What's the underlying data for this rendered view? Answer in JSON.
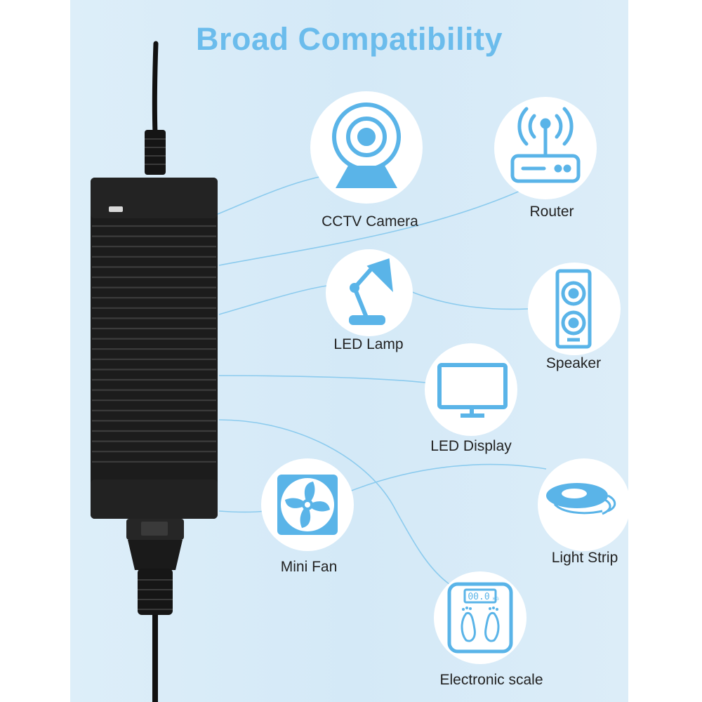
{
  "title": "Broad Compatibility",
  "colors": {
    "accent": "#6bbcec",
    "background": "#d4e9f7",
    "adapter": "#1c1c1c"
  },
  "devices": [
    {
      "label": "CCTV Camera",
      "icon": "cctv-camera-icon"
    },
    {
      "label": "Router",
      "icon": "router-icon"
    },
    {
      "label": "LED Lamp",
      "icon": "desk-lamp-icon"
    },
    {
      "label": "Speaker",
      "icon": "speaker-icon"
    },
    {
      "label": "LED Display",
      "icon": "monitor-icon"
    },
    {
      "label": "Mini Fan",
      "icon": "fan-icon"
    },
    {
      "label": "Light Strip",
      "icon": "led-strip-reel-icon"
    },
    {
      "label": "Electronic scale",
      "icon": "bathroom-scale-icon",
      "display_text": "00.0",
      "unit_text": "KG"
    }
  ]
}
